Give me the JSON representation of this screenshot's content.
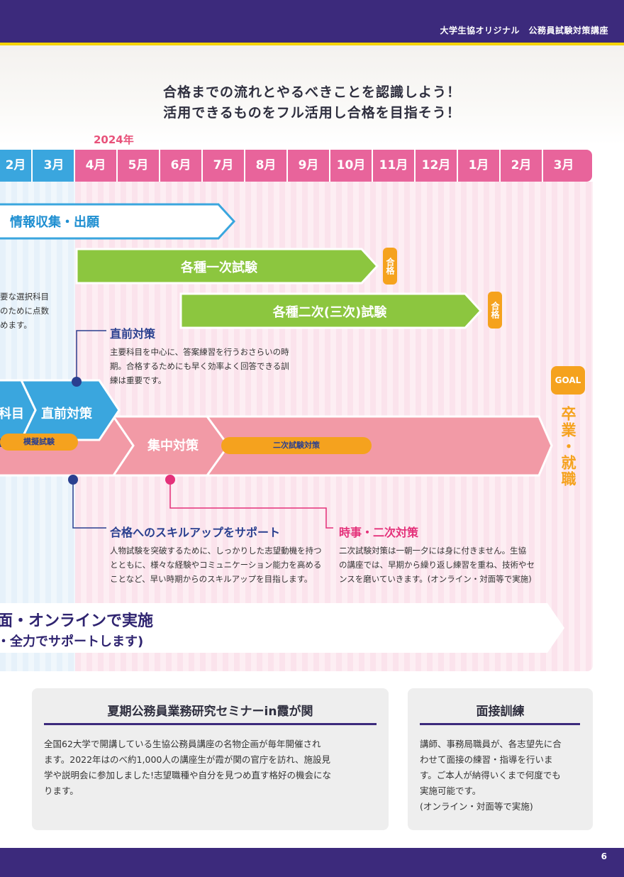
{
  "header": {
    "title": "大学生協オリジナル　公務員試験対策講座"
  },
  "intro": {
    "line1": "合格までの流れとやるべきことを認識しよう！",
    "line2": "活用できるものをフル活用し合格を目指そう！"
  },
  "year_label": "2024年",
  "months": [
    "2月",
    "3月",
    "4月",
    "5月",
    "6月",
    "7月",
    "8月",
    "9月",
    "10月",
    "11月",
    "12月",
    "1月",
    "2月",
    "3月"
  ],
  "timeline": {
    "info": "情報収集・出願",
    "first_exam": "各種一次試験",
    "second_exam": "各種二次(三次)試験",
    "pass_badge": "合格",
    "partial_left_text": [
      "要な選択科目",
      "のために点数",
      "めます。"
    ],
    "chokuzen_title": "直前対策",
    "chokuzen_desc": [
      "主要科目を中心に、答案練習を行うおさらいの時",
      "期。合格するためにも早く効率よく回答できる訓",
      "練は重要です。"
    ],
    "chevron_left": "科目",
    "chevron_chokuzen": "直前対策",
    "mock_exam": "模擬試験",
    "shuchu": "集中対策",
    "niji_pill": "二次試験対策",
    "goal": "GOAL",
    "goal_text": "卒業・就職",
    "skill_title": "合格へのスキルアップをサポート",
    "skill_desc": [
      "人物試験を突破するために、しっかりした志望動機を持つ",
      "とともに、様々な経験やコミュニケーション能力を高める",
      "ことなど、早い時期からのスキルアップを目指します。"
    ],
    "jiji_title": "時事・二次対策",
    "jiji_desc": [
      "二次試験対策は一朝一夕には身に付きません。生協",
      "の講座では、早期から繰り返し練習を重ね、技術やセ",
      "ンスを磨いていきます。(オンライン・対面等で実施)"
    ],
    "bottom_line1": "面・オンラインで実施",
    "bottom_line2": "・全力でサポートします)"
  },
  "seminar": {
    "title": "夏期公務員業務研究セミナーin霞が関",
    "body": [
      "全国62大学で開講している生協公務員講座の名物企画が毎年開催され",
      "ます。2022年はのべ約1,000人の講座生が霞が関の官庁を訪れ、施設見",
      "学や説明会に参加しました!志望職種や自分を見つめ直す格好の機会にな",
      "ります。"
    ]
  },
  "interview": {
    "title": "面接訓練",
    "body": [
      "講師、事務局職員が、各志望先に合",
      "わせて面接の練習・指導を行いま",
      "す。ご本人が納得いくまで何度でも",
      "実施可能です。",
      "(オンライン・対面等で実施)"
    ]
  },
  "page_number": "6",
  "colors": {
    "navy": "#3c2a7c",
    "pink": "#e8649b",
    "blue": "#3aa6de",
    "green": "#8cc63f",
    "orange": "#f5a21e",
    "salmon": "#f29aa6",
    "magenta": "#e4317a"
  }
}
